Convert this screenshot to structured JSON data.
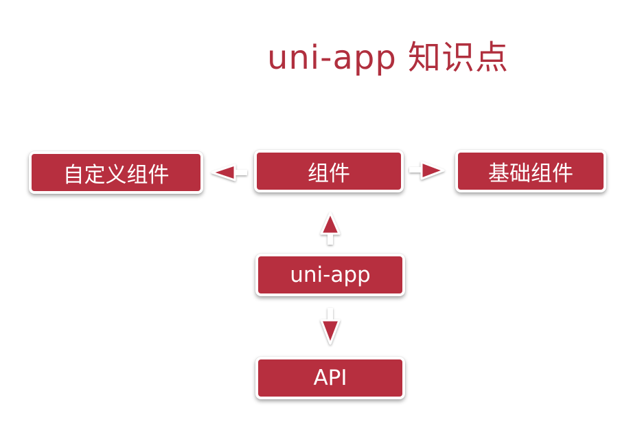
{
  "title": "uni-app 知识点",
  "nodes": {
    "custom_components": "自定义组件",
    "components": "组件",
    "basic_components": "基础组件",
    "uni_app": "uni-app",
    "api": "API"
  },
  "colors": {
    "title": "#b02f3e",
    "box_fill": "#b72f3f",
    "box_text": "#ffffff",
    "arrow": "#b72f3f"
  }
}
